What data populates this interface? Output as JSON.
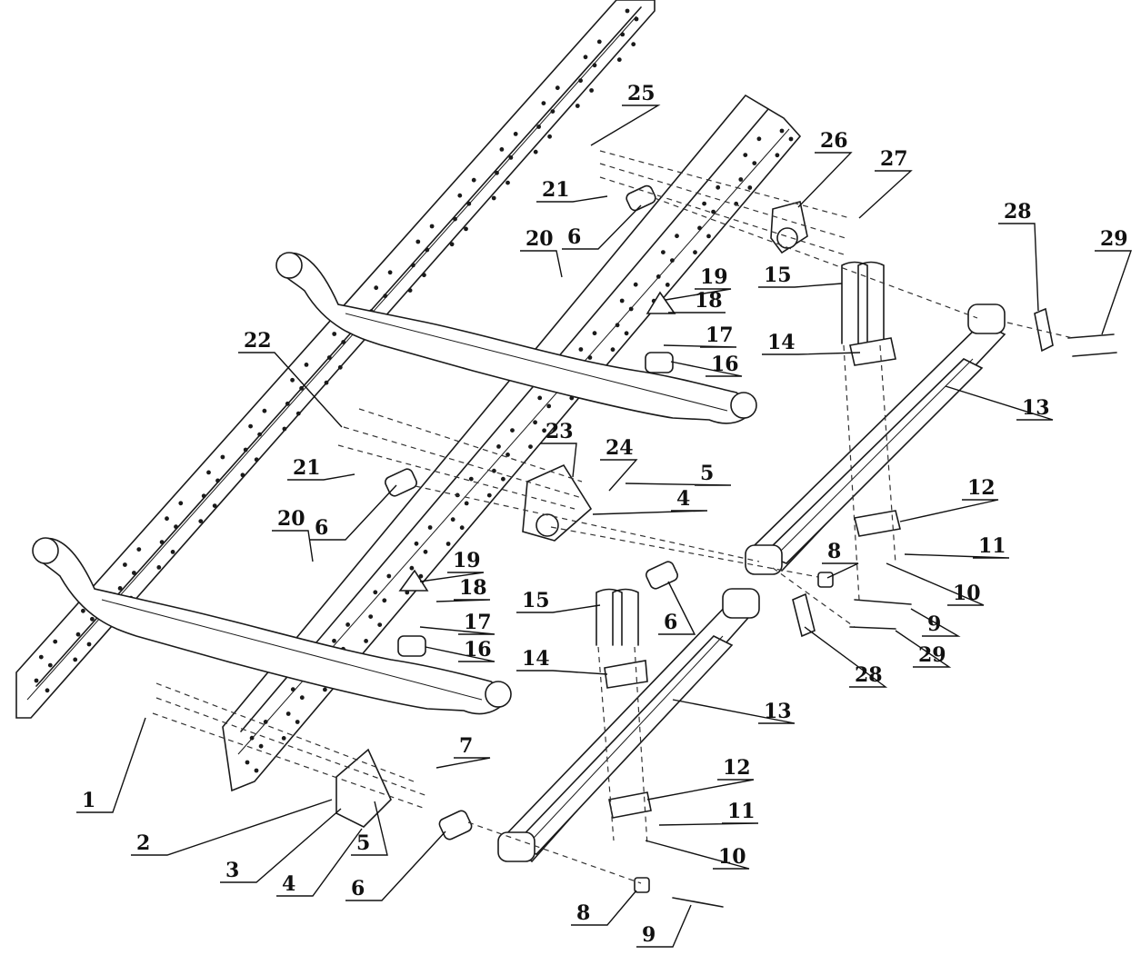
{
  "diagram": {
    "callouts": [
      {
        "id": "c25",
        "label": "25"
      },
      {
        "id": "c26",
        "label": "26"
      },
      {
        "id": "c27",
        "label": "27"
      },
      {
        "id": "c21a",
        "label": "21"
      },
      {
        "id": "c6a",
        "label": "6"
      },
      {
        "id": "c28a",
        "label": "28"
      },
      {
        "id": "c29a",
        "label": "29"
      },
      {
        "id": "c20a",
        "label": "20"
      },
      {
        "id": "c19a",
        "label": "19"
      },
      {
        "id": "c18a",
        "label": "18"
      },
      {
        "id": "c15a",
        "label": "15"
      },
      {
        "id": "c17a",
        "label": "17"
      },
      {
        "id": "c14a",
        "label": "14"
      },
      {
        "id": "c16a",
        "label": "16"
      },
      {
        "id": "c22",
        "label": "22"
      },
      {
        "id": "c13a",
        "label": "13"
      },
      {
        "id": "c23",
        "label": "23"
      },
      {
        "id": "c24",
        "label": "24"
      },
      {
        "id": "c21b",
        "label": "21"
      },
      {
        "id": "c5a",
        "label": "5"
      },
      {
        "id": "c4a",
        "label": "4"
      },
      {
        "id": "c12a",
        "label": "12"
      },
      {
        "id": "c6b",
        "label": "6"
      },
      {
        "id": "c20b",
        "label": "20"
      },
      {
        "id": "c11a",
        "label": "11"
      },
      {
        "id": "c8a",
        "label": "8"
      },
      {
        "id": "c19b",
        "label": "19"
      },
      {
        "id": "c10a",
        "label": "10"
      },
      {
        "id": "c18b",
        "label": "18"
      },
      {
        "id": "c15b",
        "label": "15"
      },
      {
        "id": "c9a",
        "label": "9"
      },
      {
        "id": "c6c",
        "label": "6"
      },
      {
        "id": "c17b",
        "label": "17"
      },
      {
        "id": "c29b",
        "label": "29"
      },
      {
        "id": "c28b",
        "label": "28"
      },
      {
        "id": "c14b",
        "label": "14"
      },
      {
        "id": "c16b",
        "label": "16"
      },
      {
        "id": "c13b",
        "label": "13"
      },
      {
        "id": "c7",
        "label": "7"
      },
      {
        "id": "c12b",
        "label": "12"
      },
      {
        "id": "c1",
        "label": "1"
      },
      {
        "id": "c11b",
        "label": "11"
      },
      {
        "id": "c2",
        "label": "2"
      },
      {
        "id": "c5b",
        "label": "5"
      },
      {
        "id": "c10b",
        "label": "10"
      },
      {
        "id": "c3",
        "label": "3"
      },
      {
        "id": "c4b",
        "label": "4"
      },
      {
        "id": "c6d",
        "label": "6"
      },
      {
        "id": "c8b",
        "label": "8"
      },
      {
        "id": "c9b",
        "label": "9"
      }
    ]
  }
}
